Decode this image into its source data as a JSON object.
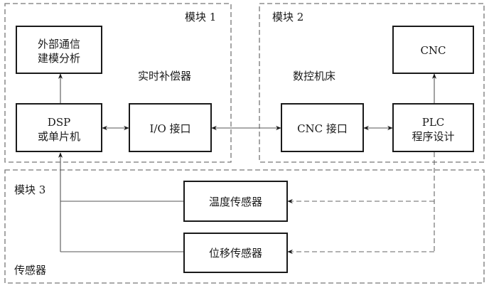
{
  "diagram": {
    "regions": {
      "module1": {
        "title": "模块 1",
        "subtitle": "实时补偿器"
      },
      "module2": {
        "title": "模块 2",
        "subtitle": "数控机床"
      },
      "module3": {
        "title": "模块 3",
        "subtitle": "传感器"
      }
    },
    "boxes": {
      "external_comm": {
        "lines": [
          "外部通信",
          "建模分析"
        ]
      },
      "dsp": {
        "lines": [
          "DSP",
          "或单片机"
        ]
      },
      "io_interface": {
        "lines": [
          "I/O 接口"
        ]
      },
      "cnc_interface": {
        "lines": [
          "CNC 接口"
        ]
      },
      "cnc": {
        "lines": [
          "CNC"
        ]
      },
      "plc": {
        "lines": [
          "PLC",
          "程序设计"
        ]
      },
      "temp_sensor": {
        "lines": [
          "温度传感器"
        ]
      },
      "disp_sensor": {
        "lines": [
          "位移传感器"
        ]
      }
    },
    "connections": [
      {
        "from": "dsp",
        "to": "external_comm",
        "style": "solid",
        "direction": "one-way"
      },
      {
        "from": "dsp",
        "to": "io_interface",
        "style": "solid",
        "direction": "two-way"
      },
      {
        "from": "cnc_interface",
        "to": "io_interface",
        "style": "solid",
        "direction": "two-way"
      },
      {
        "from": "cnc_interface",
        "to": "plc",
        "style": "solid",
        "direction": "two-way"
      },
      {
        "from": "plc",
        "to": "cnc",
        "style": "solid",
        "direction": "one-way"
      },
      {
        "from": "plc",
        "to": "temp_sensor",
        "style": "dashed",
        "direction": "one-way"
      },
      {
        "from": "plc",
        "to": "disp_sensor",
        "style": "dashed",
        "direction": "one-way"
      },
      {
        "from": "temp_sensor",
        "to": "dsp",
        "style": "solid",
        "direction": "one-way"
      },
      {
        "from": "disp_sensor",
        "to": "dsp",
        "style": "solid",
        "direction": "one-way"
      }
    ]
  }
}
